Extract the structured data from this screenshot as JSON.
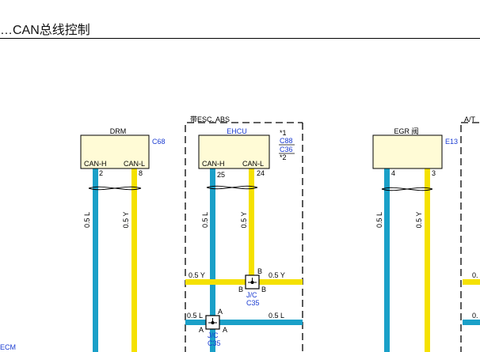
{
  "header": {
    "title": "…CAN总线控制"
  },
  "colors": {
    "wire_blue": "#1aa0c8",
    "wire_yellow": "#f5e100",
    "ref_blue": "#1a3bd1",
    "box_fill": "#fffbd6"
  },
  "modules": {
    "drm": {
      "name": "DRM",
      "ref": "C68",
      "pin_h": "CAN-H",
      "pin_l": "CAN-L",
      "pin_h_no": "2",
      "pin_l_no": "8"
    },
    "ehcu": {
      "group_label": "带ESC, ABS",
      "name": "EHCU",
      "ref_1": "C88",
      "ref_2": "C36",
      "note_1": "*1",
      "note_2": "*2",
      "pin_h": "CAN-H",
      "pin_l": "CAN-L",
      "pin_h_no": "25",
      "pin_l_no": "24"
    },
    "egr": {
      "name": "EGR 阀",
      "ref": "E13",
      "pin_h_no": "4",
      "pin_l_no": "3"
    },
    "at": {
      "label": "A/T"
    },
    "ecm": {
      "label": "ECM"
    }
  },
  "wires": {
    "blue": "0.5 L",
    "yellow": "0.5 Y"
  },
  "joints": {
    "jc_upper": {
      "name": "J/C",
      "ref": "C35",
      "pin": "B"
    },
    "jc_lower": {
      "name": "J/C",
      "ref": "C35",
      "pin": "A"
    }
  },
  "edge_label": "0."
}
